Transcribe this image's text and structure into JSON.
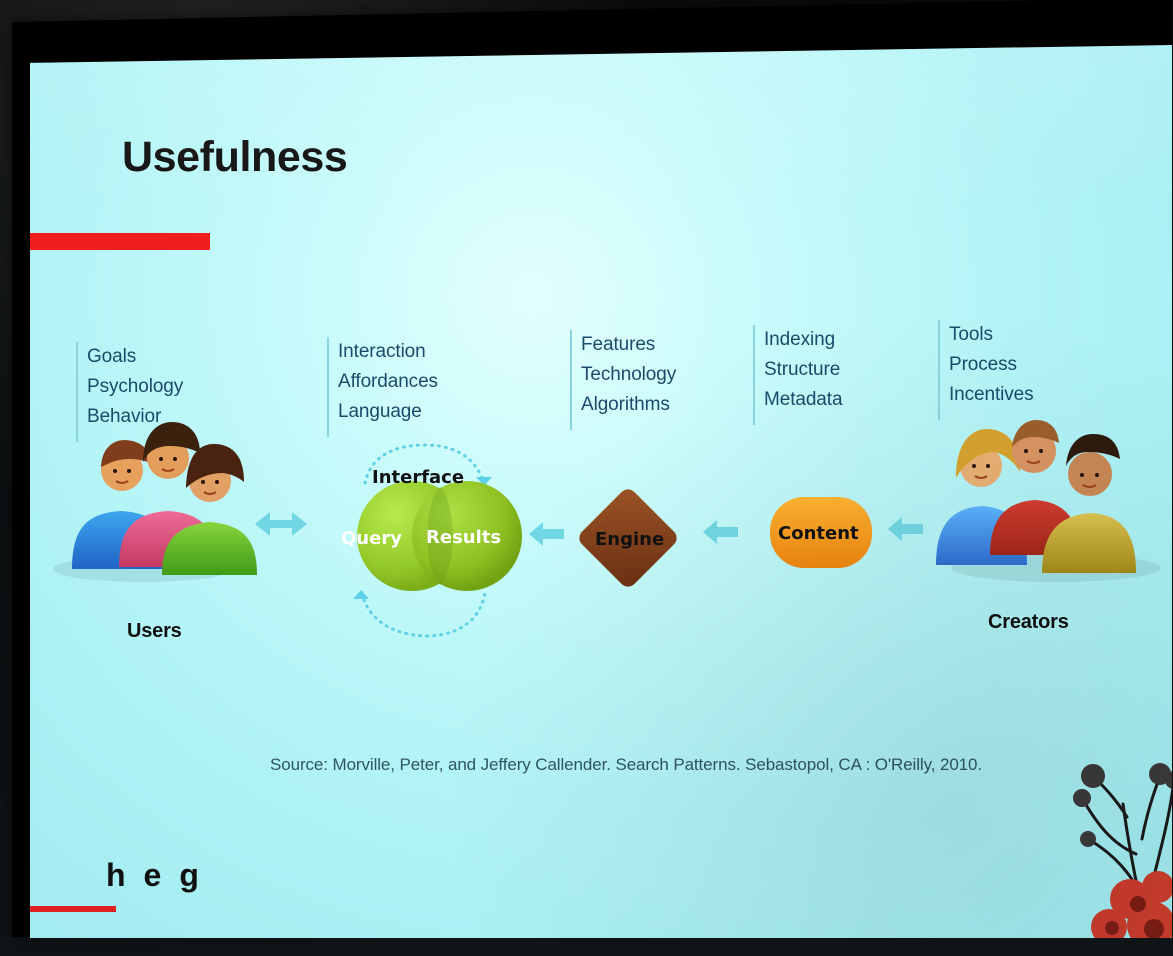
{
  "slide": {
    "title": "Usefulness",
    "logo_letters": [
      "h",
      "e",
      "g"
    ]
  },
  "diagram": {
    "columns": [
      {
        "id": "users",
        "lines": [
          "Goals",
          "Psychology",
          "Behavior"
        ]
      },
      {
        "id": "interface",
        "lines": [
          "Interaction",
          "Affordances",
          "Language"
        ]
      },
      {
        "id": "engine",
        "lines": [
          "Features",
          "Technology",
          "Algorithms"
        ]
      },
      {
        "id": "content",
        "lines": [
          "Indexing",
          "Structure",
          "Metadata"
        ]
      },
      {
        "id": "creators",
        "lines": [
          "Tools",
          "Process",
          "Incentives"
        ]
      }
    ],
    "labels": {
      "users": "Users",
      "interface": "Interface",
      "query": "Query",
      "results": "Results",
      "engine": "Engine",
      "content": "Content",
      "creators": "Creators"
    }
  },
  "citation": "Source: Morville, Peter, and Jeffery Callender. Search Patterns. Sebastopol, CA : O'Reilly, 2010.",
  "colors": {
    "slide_background": "#c8f8f9",
    "title_text": "#111111",
    "accent_red": "#ef1f1f",
    "column_text": "#1a4b6a",
    "arrow_cyan": "#71d7e4",
    "query_green": "#90c826",
    "engine_brown": "#7b3b17",
    "content_orange": "#f39419"
  },
  "icons": [
    "users-group-icon",
    "creators-group-icon",
    "bidirectional-arrow-icon",
    "left-arrow-icon",
    "interface-loop-icon",
    "decorative-plant-icon"
  ]
}
